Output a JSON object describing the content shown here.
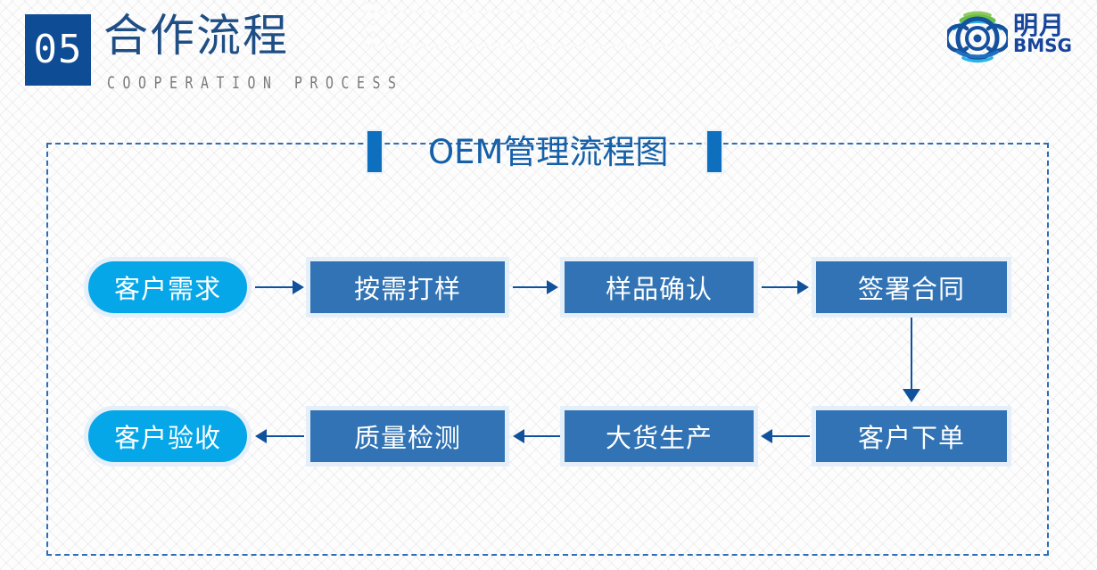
{
  "header": {
    "section_number": "05",
    "title_cn": "合作流程",
    "title_en": "COOPERATION PROCESS"
  },
  "logo": {
    "icon": "globe-logo-icon",
    "brand_cn": "明月",
    "brand_en": "BMSG"
  },
  "diagram": {
    "title": "OEM管理流程图",
    "left_marker": "title-bar-left",
    "right_marker": "title-bar-right",
    "nodes": [
      {
        "id": "n1",
        "label": "客户需求",
        "shape": "pill",
        "row": 1,
        "col": 0
      },
      {
        "id": "n2",
        "label": "按需打样",
        "shape": "rect",
        "row": 1,
        "col": 1
      },
      {
        "id": "n3",
        "label": "样品确认",
        "shape": "rect",
        "row": 1,
        "col": 2
      },
      {
        "id": "n4",
        "label": "签署合同",
        "shape": "rect",
        "row": 1,
        "col": 3
      },
      {
        "id": "n5",
        "label": "客户下单",
        "shape": "rect",
        "row": 2,
        "col": 3
      },
      {
        "id": "n6",
        "label": "大货生产",
        "shape": "rect",
        "row": 2,
        "col": 2
      },
      {
        "id": "n7",
        "label": "质量检测",
        "shape": "rect",
        "row": 2,
        "col": 1
      },
      {
        "id": "n8",
        "label": "客户验收",
        "shape": "pill",
        "row": 2,
        "col": 0
      }
    ],
    "edges": [
      {
        "from": "n1",
        "to": "n2",
        "direction": "right"
      },
      {
        "from": "n2",
        "to": "n3",
        "direction": "right"
      },
      {
        "from": "n3",
        "to": "n4",
        "direction": "right"
      },
      {
        "from": "n4",
        "to": "n5",
        "direction": "down"
      },
      {
        "from": "n5",
        "to": "n6",
        "direction": "left"
      },
      {
        "from": "n6",
        "to": "n7",
        "direction": "left"
      },
      {
        "from": "n7",
        "to": "n8",
        "direction": "left"
      }
    ]
  },
  "colors": {
    "badge_blue": "#0f4c96",
    "heading_blue": "#1f4e85",
    "node_rect_blue": "#3173b4",
    "node_pill_cyan": "#06a7e8",
    "node_halo": "#e4eff9",
    "connector_navy": "#10519c",
    "dashed_border": "#2d6db5",
    "subtitle_gray": "#7a7a7a",
    "brand_blue": "#17459b"
  }
}
